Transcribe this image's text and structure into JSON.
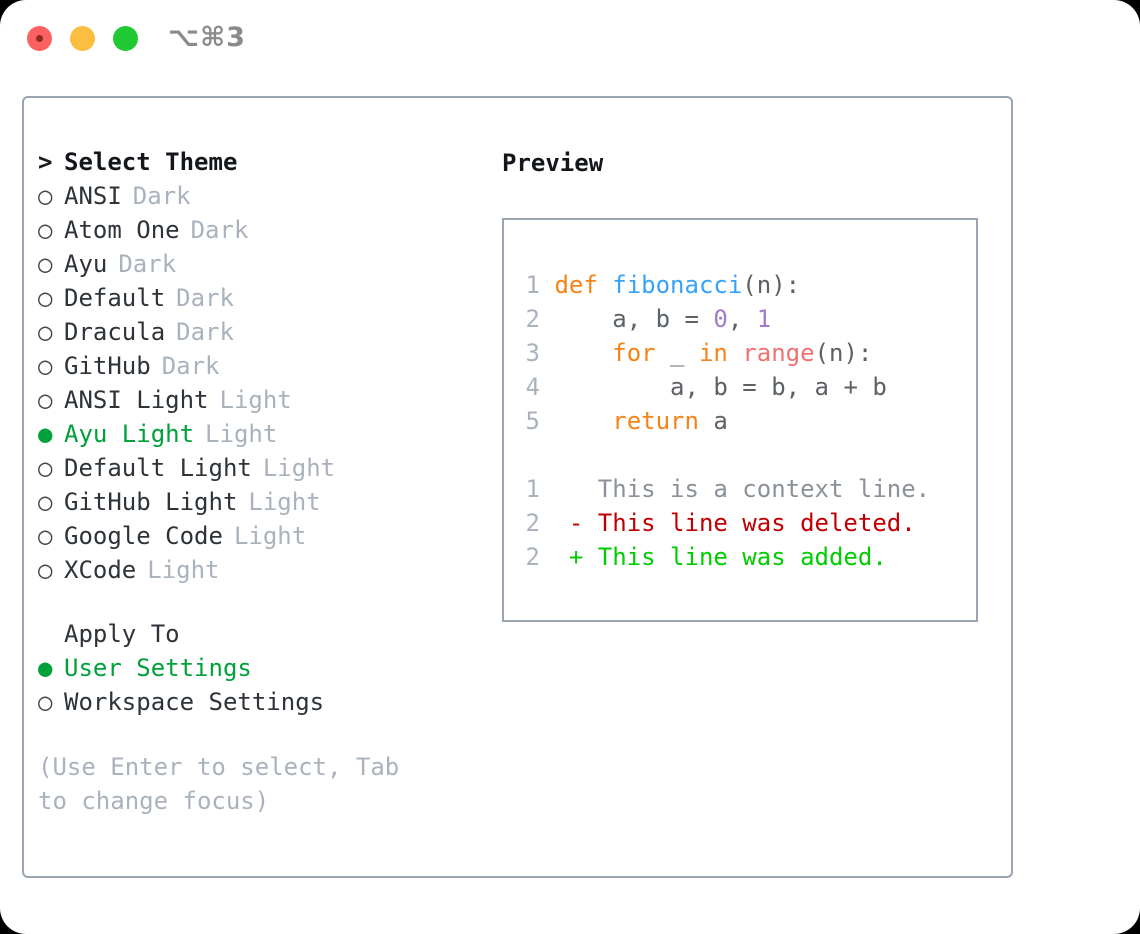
{
  "titlebar": {
    "shortcut": "⌥⌘3",
    "buttons": [
      {
        "name": "close",
        "color": "#fb6160"
      },
      {
        "name": "minimize",
        "color": "#fcbe40"
      },
      {
        "name": "zoom",
        "color": "#20c933"
      }
    ]
  },
  "theme_section": {
    "header_marker": ">",
    "header": "Select Theme",
    "items": [
      {
        "marker": "○",
        "label": "ANSI",
        "suffix": "Dark",
        "selected": false
      },
      {
        "marker": "○",
        "label": "Atom One",
        "suffix": "Dark",
        "selected": false
      },
      {
        "marker": "○",
        "label": "Ayu",
        "suffix": "Dark",
        "selected": false
      },
      {
        "marker": "○",
        "label": "Default",
        "suffix": "Dark",
        "selected": false
      },
      {
        "marker": "○",
        "label": "Dracula",
        "suffix": "Dark",
        "selected": false
      },
      {
        "marker": "○",
        "label": "GitHub",
        "suffix": "Dark",
        "selected": false
      },
      {
        "marker": "○",
        "label": "ANSI Light",
        "suffix": "Light",
        "selected": false
      },
      {
        "marker": "●",
        "label": "Ayu Light",
        "suffix": "Light",
        "selected": true
      },
      {
        "marker": "○",
        "label": "Default Light",
        "suffix": "Light",
        "selected": false
      },
      {
        "marker": "○",
        "label": "GitHub Light",
        "suffix": "Light",
        "selected": false
      },
      {
        "marker": "○",
        "label": "Google Code",
        "suffix": "Light",
        "selected": false
      },
      {
        "marker": "○",
        "label": "XCode",
        "suffix": "Light",
        "selected": false
      }
    ]
  },
  "apply_section": {
    "header": "Apply To",
    "items": [
      {
        "marker": "●",
        "label": "User Settings",
        "selected": true
      },
      {
        "marker": "○",
        "label": "Workspace Settings",
        "selected": false
      }
    ]
  },
  "hint": "(Use Enter to select, Tab to change focus)",
  "preview": {
    "title": "Preview",
    "code_lines": [
      {
        "no": "1",
        "tokens": [
          {
            "t": "def ",
            "c": "kw"
          },
          {
            "t": "fibonacci",
            "c": "fn"
          },
          {
            "t": "(n):",
            "c": "plain"
          }
        ]
      },
      {
        "no": "2",
        "tokens": [
          {
            "t": "    a, b = ",
            "c": "plain"
          },
          {
            "t": "0",
            "c": "num"
          },
          {
            "t": ", ",
            "c": "plain"
          },
          {
            "t": "1",
            "c": "num"
          }
        ]
      },
      {
        "no": "3",
        "tokens": [
          {
            "t": "    ",
            "c": "plain"
          },
          {
            "t": "for",
            "c": "kw"
          },
          {
            "t": " _ ",
            "c": "plain"
          },
          {
            "t": "in",
            "c": "kw"
          },
          {
            "t": " ",
            "c": "plain"
          },
          {
            "t": "range",
            "c": "bi"
          },
          {
            "t": "(n):",
            "c": "plain"
          }
        ]
      },
      {
        "no": "4",
        "tokens": [
          {
            "t": "        a, b = b, a + b",
            "c": "plain"
          }
        ]
      },
      {
        "no": "5",
        "tokens": [
          {
            "t": "    ",
            "c": "plain"
          },
          {
            "t": "return",
            "c": "kw"
          },
          {
            "t": " a",
            "c": "plain"
          }
        ]
      }
    ],
    "diff_lines": [
      {
        "no": "1",
        "sign": " ",
        "text": "This is a context line.",
        "kind": "ctx"
      },
      {
        "no": "2",
        "sign": "-",
        "text": "This line was deleted.",
        "kind": "del"
      },
      {
        "no": "2",
        "sign": "+",
        "text": "This line was added.",
        "kind": "add"
      }
    ]
  },
  "colors": {
    "accent_green": "#00a13a",
    "diff_add": "#00cc00",
    "diff_del": "#c00000",
    "keyword": "#f58316",
    "function": "#36a3f7",
    "number": "#a37acc",
    "builtin": "#f07171",
    "muted": "#a9b2bd",
    "border": "#9aa5b1"
  }
}
